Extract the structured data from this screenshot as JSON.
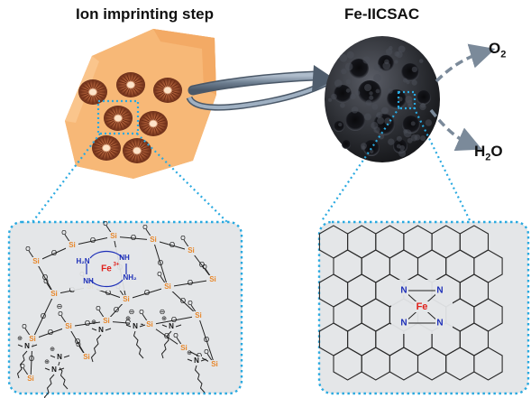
{
  "titles": {
    "left": "Ion imprinting step",
    "right": "Fe-IICSAC"
  },
  "outputs": {
    "oxygen": "O",
    "oxygen_sub": "2",
    "water_prefix": "H",
    "water_sub": "2",
    "water_suffix": "O"
  },
  "left_panel": {
    "metal_center": "Fe",
    "metal_charge": "3+",
    "ligand_labels": [
      "H₂N",
      "NH",
      "NH",
      "NH₂"
    ],
    "silica_atom": "Si",
    "oxygen_atom": "O",
    "ammonium_atom": "N",
    "plus_sign": "⊕",
    "minus_sign": "⊖"
  },
  "right_panel": {
    "metal_center": "Fe",
    "nitrogen": "N"
  },
  "colors": {
    "rod": "#f7b877",
    "iron": "#e0201a",
    "nitrogen": "#1d2fb8",
    "silicon": "#e8872a",
    "zoom_line": "#29a9e0",
    "panel_fill": "#e4e6e8",
    "catalyst": "#303238",
    "arrow": "#7b8a9a"
  }
}
